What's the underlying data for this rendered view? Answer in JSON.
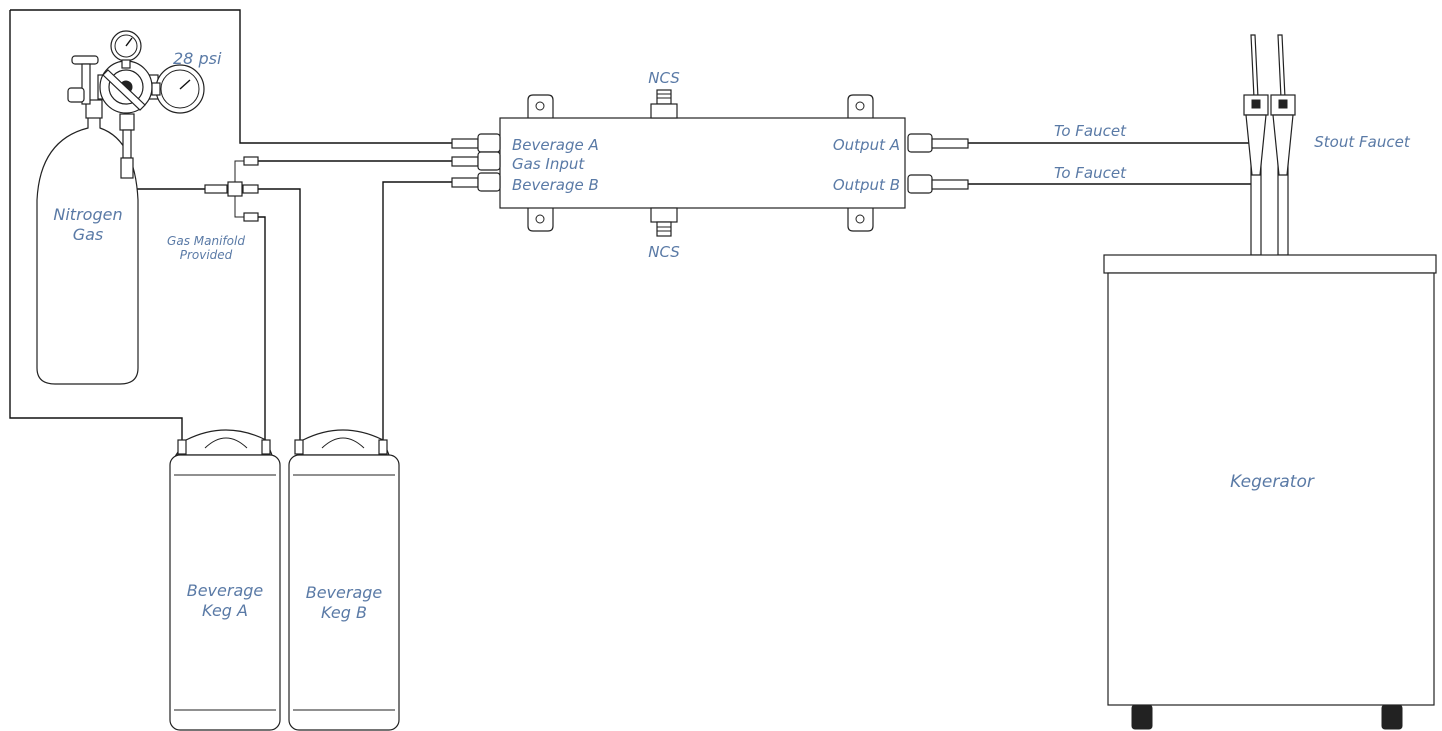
{
  "colors": {
    "label": "#5a7aa6",
    "line": "#111111",
    "background": "#ffffff"
  },
  "labels": {
    "pressure": "28 psi",
    "nitrogen_line1": "Nitrogen",
    "nitrogen_line2": "Gas",
    "manifold_line1": "Gas Manifold",
    "manifold_line2": "Provided",
    "ncs_top": "NCS",
    "ncs_bottom": "NCS",
    "beverage_a": "Beverage A",
    "gas_input": "Gas Input",
    "beverage_b": "Beverage B",
    "output_a": "Output A",
    "output_b": "Output B",
    "to_faucet_a": "To Faucet",
    "to_faucet_b": "To Faucet",
    "stout_faucet": "Stout Faucet",
    "keg_a_line1": "Beverage",
    "keg_a_line2": "Keg A",
    "keg_b_line1": "Beverage",
    "keg_b_line2": "Keg B",
    "kegerator": "Kegerator"
  },
  "icons": [
    "regulator-icon",
    "pressure-gauge-icon",
    "nitrogen-cylinder-icon",
    "gas-manifold-icon",
    "keg-icon",
    "faucet-icon",
    "kegerator-icon",
    "ncs-valve-icon",
    "barb-fitting-icon"
  ]
}
